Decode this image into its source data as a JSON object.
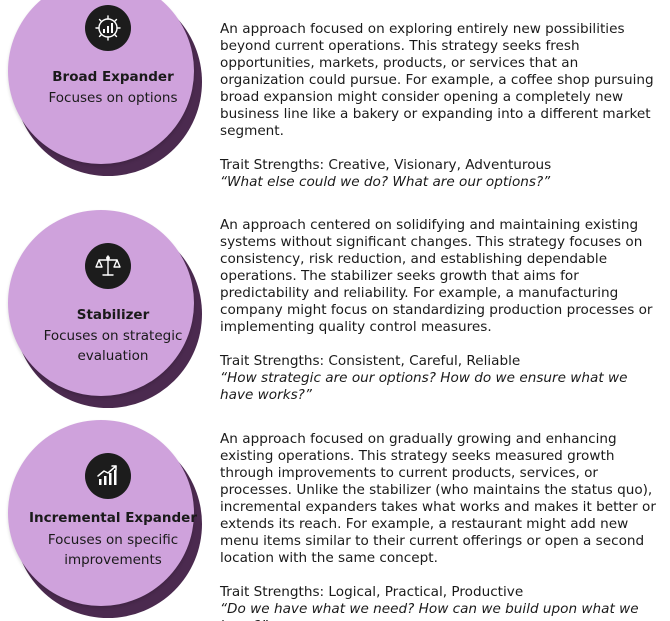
{
  "strategies": [
    {
      "title": "Broad Expander",
      "subtitle": "Focuses on options",
      "icon": "network-hub-icon",
      "description": "An approach focused on exploring entirely new possibilities beyond current operations. This strategy seeks fresh opportunities, markets, products, or services that an organization could pursue. For example, a coffee shop pursuing broad expansion might consider opening a completely new business line like a bakery or expanding into a different market segment.",
      "traits": "Trait Strengths: Creative, Visionary, Adventurous",
      "question": "“What else could we do? What are our options?”"
    },
    {
      "title": "Stabilizer",
      "subtitle": "Focuses on strategic evaluation",
      "icon": "balance-scale-icon",
      "description": "An approach centered on solidifying and maintaining existing systems without significant changes. This strategy focuses on consistency, risk reduction, and establishing dependable operations. The stabilizer seeks growth that aims for predictability and reliability. For example, a manufacturing company might focus on standardizing production processes or implementing quality control measures.",
      "traits": "Trait Strengths: Consistent, Careful, Reliable",
      "question": "“How strategic are our options? How do we ensure what we have works?”"
    },
    {
      "title": "Incremental Expander",
      "subtitle": "Focuses on specific improvements",
      "icon": "growth-chart-icon",
      "description": "An approach focused on gradually growing and enhancing existing operations. This strategy seeks measured growth through improvements to current products, services, or processes. Unlike the stabilizer (who maintains the status quo), incremental expanders takes what works and makes it better or extends its reach. For example, a restaurant might add new menu items similar to their current offerings or open a second location with the same concept.",
      "traits": "Trait Strengths: Logical, Practical, Productive",
      "question": "“Do we have what we need? How can we build upon what we have?”"
    }
  ],
  "colors": {
    "circle_fill": "#cfa2dc",
    "circle_shadow": "#4b2a4f",
    "icon_badge": "#1c1c1c",
    "text": "#1a1a1a"
  }
}
